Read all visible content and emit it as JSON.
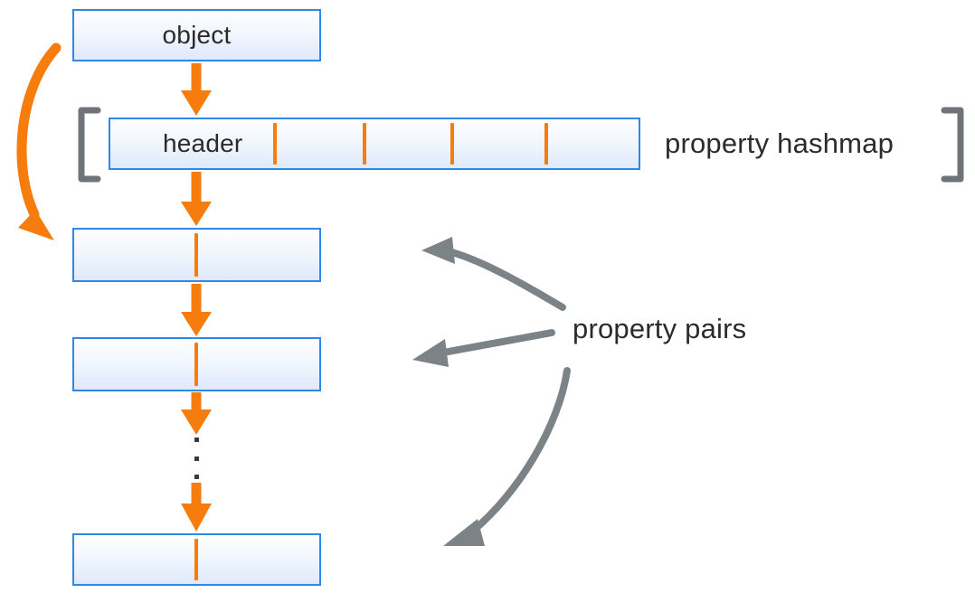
{
  "diagram": {
    "title": "object property hashmap layout",
    "colors": {
      "box_border": "#2f88e8",
      "box_fill_top": "#fdfeff",
      "box_fill_bottom": "#dee9fb",
      "orange_arrow": "#f57c0d",
      "gray_arrow": "#7c8386",
      "bracket": "#6e7477",
      "text": "#2b2b2b",
      "background": "#ffffff"
    },
    "nodes": [
      {
        "id": "object",
        "label": "object"
      },
      {
        "id": "header",
        "label": "header"
      },
      {
        "id": "pair1",
        "label": ""
      },
      {
        "id": "pair2",
        "label": ""
      },
      {
        "id": "pairN",
        "label": ""
      }
    ],
    "annotations": [
      {
        "id": "property-hashmap",
        "label": "property hashmap"
      },
      {
        "id": "property-pairs",
        "label": "property pairs"
      }
    ],
    "hashmap_slot_count": 4,
    "ellipsis": "⋮",
    "brackets": {
      "left": "[",
      "right": "]"
    }
  }
}
